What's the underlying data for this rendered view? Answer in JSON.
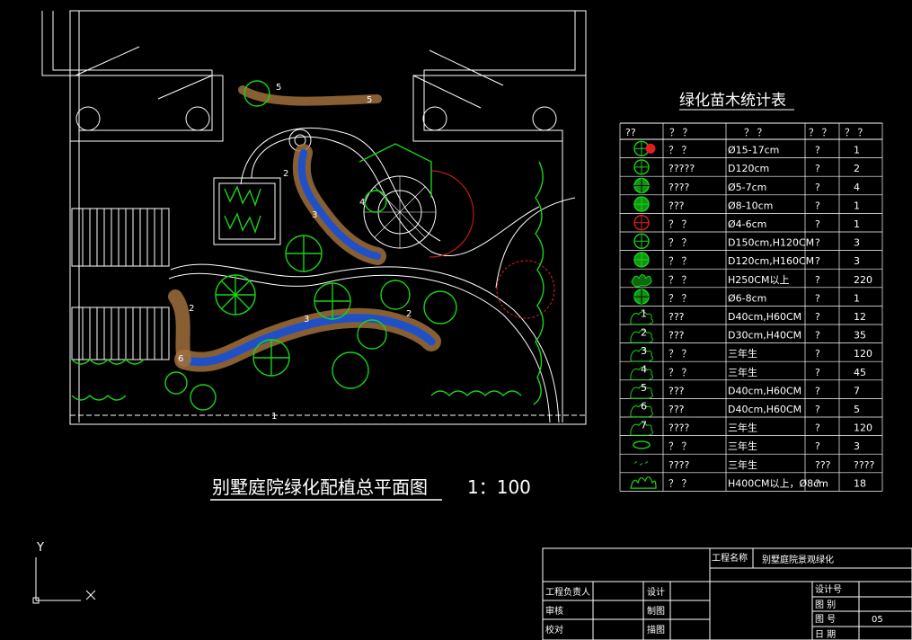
{
  "plan_title": "别墅庭院绿化配植总平面图",
  "plan_scale": "1：100",
  "table_title": "绿化苗木统计表",
  "table_headers": [
    "??",
    "？ ？",
    "？ ？",
    "？ ？",
    "？ ？"
  ],
  "plant_rows": [
    {
      "icon": "star-tree-icon",
      "name": "？ ？",
      "spec": "Ø15-17cm",
      "unit": "?",
      "qty": "1",
      "color": "#18d418",
      "accent": "#e02020"
    },
    {
      "icon": "palm-tree-icon",
      "name": "?????",
      "spec": "D120cm",
      "unit": "?",
      "qty": "2",
      "color": "#18d418"
    },
    {
      "icon": "round-tree-icon",
      "name": "????",
      "spec": "Ø5-7cm",
      "unit": "?",
      "qty": "4",
      "color": "#18d418"
    },
    {
      "icon": "flower-tree-icon",
      "name": "???",
      "spec": "Ø8-10cm",
      "unit": "?",
      "qty": "1",
      "color": "#18d418"
    },
    {
      "icon": "red-tree-icon",
      "name": "？ ？",
      "spec": "Ø4-6cm",
      "unit": "?",
      "qty": "1",
      "color": "#e02020"
    },
    {
      "icon": "shrub-ball-icon",
      "name": "？ ？",
      "spec": "D150cm,H120CM",
      "unit": "?",
      "qty": "3",
      "color": "#18d418"
    },
    {
      "icon": "cluster-shrub-icon",
      "name": "？ ？",
      "spec": "D120cm,H160CM",
      "unit": "?",
      "qty": "3",
      "color": "#18d418"
    },
    {
      "icon": "hedge-icon",
      "name": "？ ？",
      "spec": "H250CM以上",
      "unit": "?",
      "qty": "220",
      "color": "#18d418"
    },
    {
      "icon": "small-ball-icon",
      "name": "？ ？",
      "spec": "Ø6-8cm",
      "unit": "?",
      "qty": "1",
      "color": "#18d418"
    },
    {
      "icon": "groundcover-1-icon",
      "num": "1",
      "name": "???",
      "spec": "D40cm,H60CM",
      "unit": "?",
      "qty": "12",
      "color": "#18d418"
    },
    {
      "icon": "groundcover-2-icon",
      "num": "2",
      "name": "???",
      "spec": "D30cm,H40CM",
      "unit": "?",
      "qty": "35",
      "color": "#18d418"
    },
    {
      "icon": "groundcover-3-icon",
      "num": "3",
      "name": "？ ？",
      "spec": "三年生",
      "unit": "?",
      "qty": "120",
      "color": "#18d418"
    },
    {
      "icon": "groundcover-4-icon",
      "num": "4",
      "name": "？ ？",
      "spec": "三年生",
      "unit": "?",
      "qty": "45",
      "color": "#18d418"
    },
    {
      "icon": "groundcover-5-icon",
      "num": "5",
      "name": "???",
      "spec": "D40cm,H60CM",
      "unit": "?",
      "qty": "7",
      "color": "#18d418"
    },
    {
      "icon": "groundcover-6-icon",
      "num": "6",
      "name": "???",
      "spec": "D40cm,H60CM",
      "unit": "?",
      "qty": "5",
      "color": "#18d418"
    },
    {
      "icon": "groundcover-7-icon",
      "num": "7",
      "name": "????",
      "spec": "三年生",
      "unit": "?",
      "qty": "120",
      "color": "#18d418"
    },
    {
      "icon": "flower-bed-icon",
      "name": "？ ？",
      "spec": "三年生",
      "unit": "?",
      "qty": "3",
      "color": "#18d418"
    },
    {
      "icon": "lawn-icon",
      "name": "????",
      "spec": "三年生",
      "unit": "???",
      "qty": "????",
      "color": "#18d418"
    },
    {
      "icon": "climber-icon",
      "name": "？ ？",
      "spec": "H400CM以上，Ø8cm",
      "unit": "?",
      "qty": "18",
      "color": "#18d418"
    }
  ],
  "plan_zone_labels": [
    "1",
    "2",
    "2",
    "2",
    "3",
    "3",
    "4",
    "5",
    "5",
    "6"
  ],
  "axis_labels": {
    "y": "Y",
    "x": "X"
  },
  "title_block": {
    "project_name_label": "工程名称",
    "project_name": "别墅庭院景观绿化",
    "manager_label": "工程负责人",
    "reviewer_label": "审核",
    "checker_label": "校对",
    "design_label": "设计",
    "draft_label": "制图",
    "trace_label": "描图",
    "design_no_label": "设计号",
    "category_label": "图 别",
    "drawing_no_label": "图 号",
    "drawing_no": "05",
    "date_label": "日 期"
  },
  "colors": {
    "background": "#000000",
    "line": "#ffffff",
    "plant": "#18d418",
    "accent": "#e02020",
    "path": "#a0703c",
    "water": "#2050c8"
  }
}
